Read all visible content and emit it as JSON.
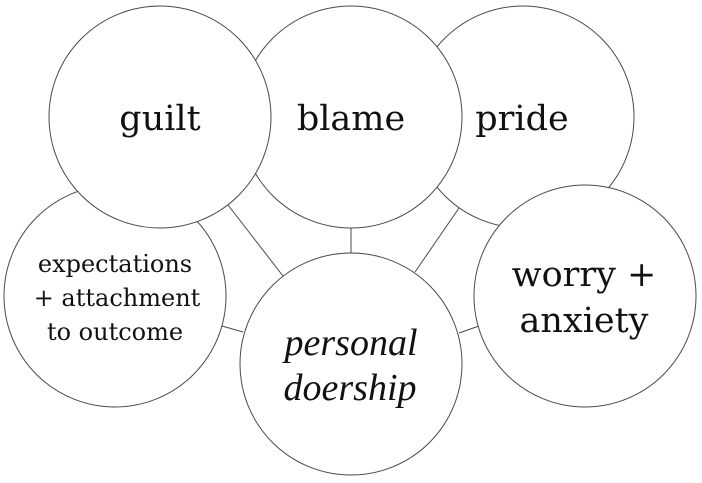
{
  "diagram": {
    "center_node": {
      "id": "doership",
      "lines": [
        "personal",
        "doership"
      ],
      "style": "italic"
    },
    "nodes": [
      {
        "id": "guilt",
        "lines": [
          "guilt"
        ]
      },
      {
        "id": "blame",
        "lines": [
          "blame"
        ]
      },
      {
        "id": "pride",
        "lines": [
          "pride"
        ]
      },
      {
        "id": "expectations",
        "lines": [
          "expectations",
          "+ attachment",
          "to outcome"
        ]
      },
      {
        "id": "worry",
        "lines": [
          "worry +",
          "anxiety"
        ]
      }
    ],
    "edges": [
      {
        "from": "guilt",
        "to": "doership"
      },
      {
        "from": "blame",
        "to": "doership"
      },
      {
        "from": "pride",
        "to": "doership"
      },
      {
        "from": "expectations",
        "to": "doership"
      },
      {
        "from": "worry",
        "to": "doership"
      }
    ],
    "colors": {
      "stroke": "#4a4a4a",
      "fill": "#ffffff",
      "text": "#111111"
    }
  }
}
